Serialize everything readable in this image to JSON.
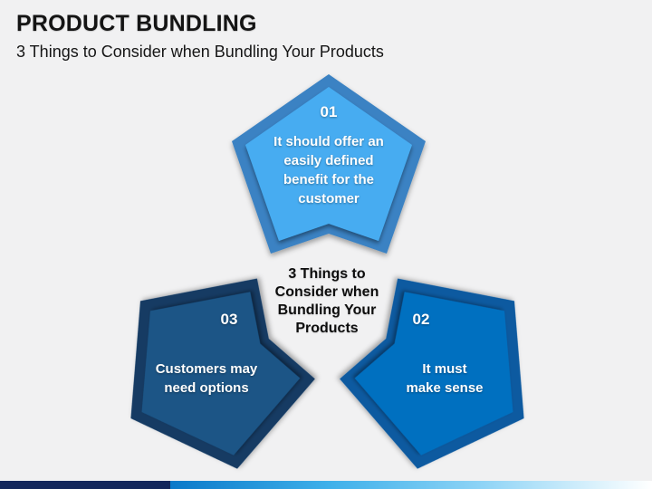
{
  "slide": {
    "background": "#F1F1F2",
    "title": "PRODUCT BUNDLING",
    "subtitle": "3 Things to Consider when Bundling Your Products",
    "center_heading": "3 Things to\nConsider when\nBundling Your\nProducts",
    "text_color": "#FFFFFF",
    "footer_bar": {
      "left_color": "#12265B",
      "gradient_start": "#0A79C9",
      "gradient_end": "#FFFFFF"
    },
    "items": [
      {
        "number": "01",
        "label": "It should offer an\neasily defined\nbenefit for the\ncustomer",
        "fill_outer": "#3B82C3",
        "fill_inner": "#47ACF1"
      },
      {
        "number": "02",
        "label": "It must\nmake sense",
        "fill_outer": "#0B5AA0",
        "fill_inner": "#0070C0"
      },
      {
        "number": "03",
        "label": "Customers may\nneed options",
        "fill_outer": "#123A64",
        "fill_inner": "#1A5586"
      }
    ]
  }
}
